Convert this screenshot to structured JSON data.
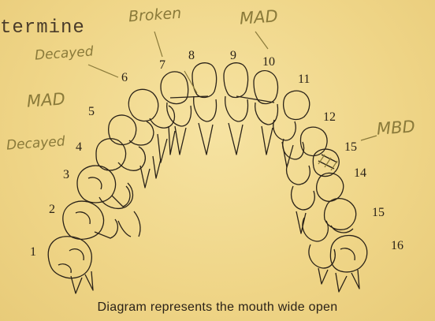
{
  "header_fragment": "termine",
  "caption": "Diagram represents the mouth wide open",
  "tooth_numbers": {
    "n1": "1",
    "n2": "2",
    "n3": "3",
    "n4": "4",
    "n5": "5",
    "n6": "6",
    "n7": "7",
    "n8": "8",
    "n9": "9",
    "n10": "10",
    "n11": "11",
    "n12": "12",
    "n13": "15",
    "n14": "14",
    "n15": "15",
    "n16": "16"
  },
  "annotations": {
    "broken": "Broken",
    "mad_top": "MAD",
    "decayed_6": "Decayed",
    "mad_5": "MAD",
    "decayed_4": "Decayed",
    "mbd_15": "MBD"
  },
  "colors": {
    "ink": "#2a2218",
    "pencil": "#8a7a3a",
    "paper": "#f2d98e"
  }
}
